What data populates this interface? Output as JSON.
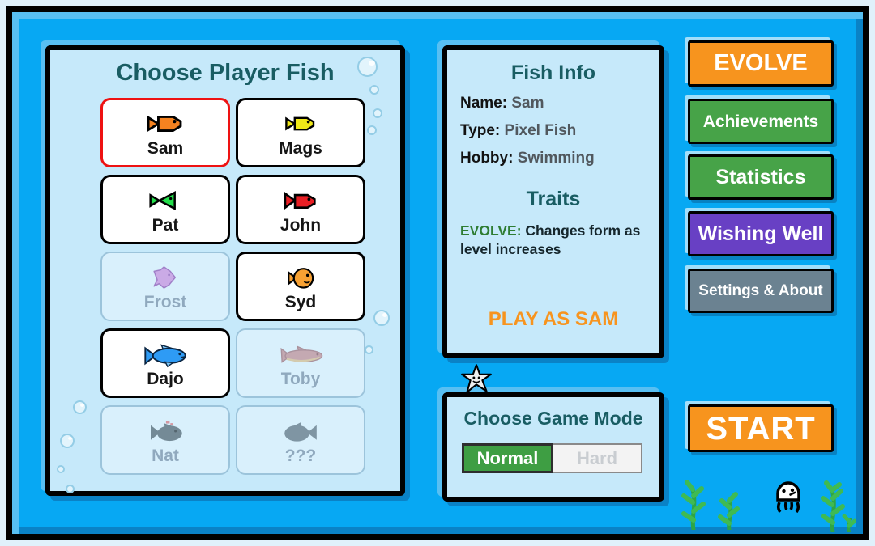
{
  "colors": {
    "background_blue": "#07A8F3",
    "bevel_light": "#58BFF2",
    "bevel_dark": "#0A82C6",
    "panel_blue": "#C6E9FA",
    "title_teal": "#195D63",
    "accent_orange": "#F7941E",
    "accent_green": "#47A348",
    "accent_purple": "#6840C4",
    "accent_slate": "#6B8291",
    "selected_red": "#EE1212",
    "trait_green": "#2E7D32",
    "mode_green": "#3E9E43"
  },
  "roster": {
    "title": "Choose Player Fish",
    "cards": [
      {
        "name": "Sam",
        "state": "selected",
        "fish_icon": "orange-pixel-fish",
        "fish_color": "#F58220"
      },
      {
        "name": "Mags",
        "state": "unlocked",
        "fish_icon": "yellow-pixel-fish",
        "fish_color": "#F0E818"
      },
      {
        "name": "Pat",
        "state": "unlocked",
        "fish_icon": "green-pixel-fish",
        "fish_color": "#23DE4B"
      },
      {
        "name": "John",
        "state": "unlocked",
        "fish_icon": "red-pixel-fish",
        "fish_color": "#E81E24"
      },
      {
        "name": "Frost",
        "state": "locked",
        "fish_icon": "purple-angelfish",
        "fish_color": "#C79BE2"
      },
      {
        "name": "Syd",
        "state": "unlocked",
        "fish_icon": "orange-goldfish",
        "fish_color": "#F7A133"
      },
      {
        "name": "Dajo",
        "state": "unlocked",
        "fish_icon": "blue-fish",
        "fish_color": "#2E9BF5"
      },
      {
        "name": "Toby",
        "state": "locked",
        "fish_icon": "pink-shark",
        "fish_color": "#C09AA3"
      },
      {
        "name": "Nat",
        "state": "locked",
        "fish_icon": "gray-fish",
        "fish_color": "#5E7480"
      },
      {
        "name": "???",
        "state": "locked",
        "fish_icon": "mystery-fish",
        "fish_color": "#6C8290"
      }
    ]
  },
  "info": {
    "title": "Fish Info",
    "fields": [
      {
        "label": "Name:",
        "value": "Sam"
      },
      {
        "label": "Type:",
        "value": "Pixel Fish"
      },
      {
        "label": "Hobby:",
        "value": "Swimming"
      }
    ],
    "traits_title": "Traits",
    "trait": {
      "label": "EVOLVE:",
      "text": "Changes form as level increases"
    },
    "play_button": "PLAY AS SAM"
  },
  "mode": {
    "title": "Choose Game Mode",
    "options": [
      {
        "label": "Normal",
        "selected": true
      },
      {
        "label": "Hard",
        "selected": false
      }
    ]
  },
  "menu": {
    "evolve": "EVOLVE",
    "achievements": "Achievements",
    "statistics": "Statistics",
    "wishing_well": "Wishing Well",
    "settings": "Settings & About",
    "start": "START"
  },
  "icons": {
    "decorations": [
      "bubble-icon",
      "starfish-icon",
      "jellyfish-icon",
      "seaweed-icon"
    ]
  }
}
